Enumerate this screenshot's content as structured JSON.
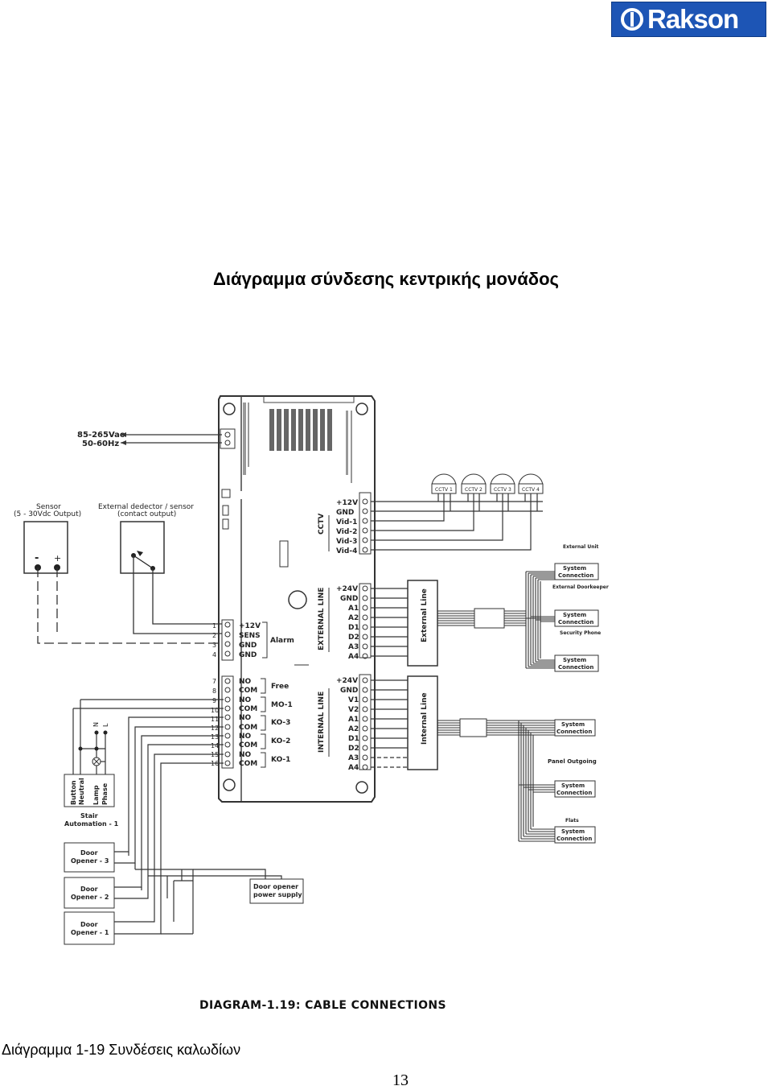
{
  "header": {
    "logo_text": "Rakson"
  },
  "page": {
    "title": "Διάγραμμα σύνδεσης κεντρικής μονάδος",
    "caption": "DIAGRAM-1.19: CABLE CONNECTIONS",
    "subcaption": "Διάγραμμα 1-19 Συνδέσεις καλωδίων",
    "page_number": "13"
  },
  "diagram": {
    "power": {
      "line1": "85-265Vac",
      "line2": "50-60Hz"
    },
    "sensor": {
      "line1": "Sensor",
      "line2": "(5 - 30Vdc Output)",
      "minus": "-",
      "plus": "+"
    },
    "ext_sensor": {
      "line1": "External dedector / sensor",
      "line2": "(contact output)"
    },
    "cctv": {
      "label": "CCTV",
      "terminals": [
        "+12V",
        "GND",
        "Vid-1",
        "Vid-2",
        "Vid-3",
        "Vid-4"
      ],
      "cameras": [
        "CCTV 1",
        "CCTV 2",
        "CCTV 3",
        "CCTV 4"
      ]
    },
    "external_line": {
      "label": "EXTERNAL LINE",
      "block_label": "External Line",
      "terminals": [
        "+24V",
        "GND",
        "A1",
        "A2",
        "D1",
        "D2",
        "A3",
        "A4"
      ]
    },
    "internal_line": {
      "label": "INTERNAL LINE",
      "block_label": "Internal Line",
      "terminals": [
        "+24V",
        "GND",
        "V1",
        "V2",
        "A1",
        "A2",
        "D1",
        "D2",
        "A3",
        "A4"
      ]
    },
    "alarm": {
      "label": "Alarm",
      "numbers": [
        "1",
        "2",
        "3",
        "4"
      ],
      "terminals": [
        "+12V",
        "SENS",
        "GND",
        "GND"
      ]
    },
    "relays": {
      "numbers": [
        "7",
        "8",
        "9",
        "10",
        "11",
        "12",
        "13",
        "14",
        "15",
        "16"
      ],
      "terminals": [
        "NO",
        "COM",
        "NO",
        "COM",
        "NO",
        "COM",
        "NO",
        "COM",
        "NO",
        "COM"
      ],
      "groups": [
        "Free",
        "MO-1",
        "KO-3",
        "KO-2",
        "KO-1"
      ]
    },
    "stair": {
      "n": "N",
      "l": "L",
      "cols": [
        "Button",
        "Neutral",
        "Lamp",
        "Phase"
      ],
      "line1": "Stair",
      "line2": "Automation - 1"
    },
    "door_openers": [
      {
        "line1": "Door",
        "line2": "Opener - 3"
      },
      {
        "line1": "Door",
        "line2": "Opener - 2"
      },
      {
        "line1": "Door",
        "line2": "Opener - 1"
      }
    ],
    "door_power": {
      "line1": "Door opener",
      "line2": "power supply"
    },
    "right_external": {
      "external_unit": "External Unit",
      "external_doorkeeper": "External Doorkeeper",
      "security_phone": "Security Phone",
      "system_line1": "System",
      "system_line2": "Connection"
    },
    "right_internal": {
      "panel_outgoing": "Panel Outgoing",
      "flats": "Flats",
      "system_line1": "System",
      "system_line2": "Connection"
    }
  }
}
